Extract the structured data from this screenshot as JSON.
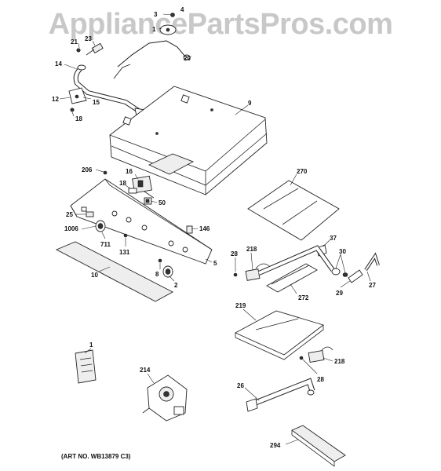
{
  "watermark": "AppliancePartsPros.com",
  "art_number": "(ART NO. WB13879 C3)",
  "callouts": {
    "c1": "1",
    "c2": "2",
    "c3": "3",
    "c4": "4",
    "c5": "5",
    "c8": "8",
    "c9": "9",
    "c10": "10",
    "c12": "12",
    "c14": "14",
    "c15": "15",
    "c16": "16",
    "c18a": "18",
    "c18b": "18",
    "c20": "20",
    "c21": "21",
    "c23": "23",
    "c25": "25",
    "c26": "26",
    "c27": "27",
    "c28a": "28",
    "c28b": "28",
    "c29": "29",
    "c30": "30",
    "c37": "37",
    "c50": "50",
    "c131": "131",
    "c146": "146",
    "c206": "206",
    "c214": "214",
    "c218a": "218",
    "c218b": "218",
    "c219": "219",
    "c270": "270",
    "c272": "272",
    "c294": "294",
    "c711": "711",
    "c1006": "1006"
  }
}
